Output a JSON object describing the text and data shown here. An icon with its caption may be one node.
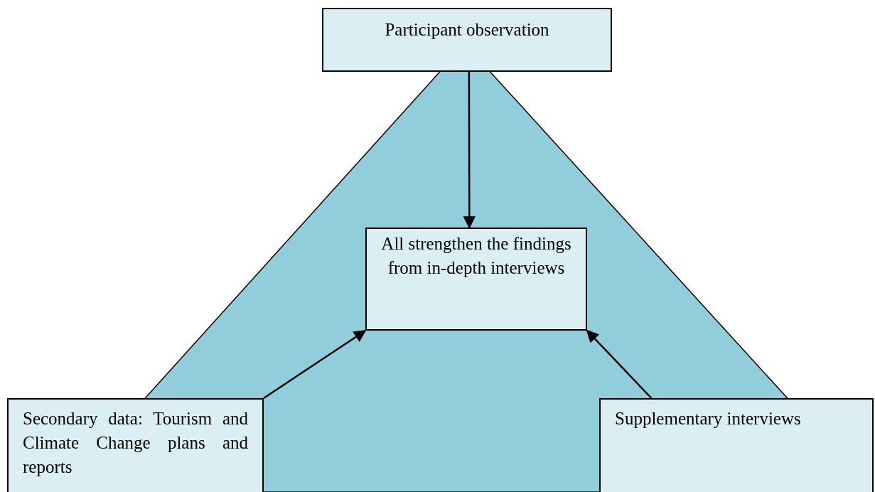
{
  "diagram": {
    "nodes": [
      {
        "text": [
          "Participant observation"
        ]
      },
      {
        "text": [
          "All strengthen the findings from in-depth interviews"
        ]
      },
      {
        "text": [
          "Secondary data: Tourism and Climate Change plans and reports"
        ]
      },
      {
        "text": [
          "Supplementary interviews"
        ]
      }
    ],
    "edges": [
      {
        "from": 0,
        "to": 1,
        "arrow": "to"
      },
      {
        "from": 2,
        "to": 1,
        "arrow": "to"
      },
      {
        "from": 3,
        "to": 1,
        "arrow": "to"
      }
    ]
  }
}
